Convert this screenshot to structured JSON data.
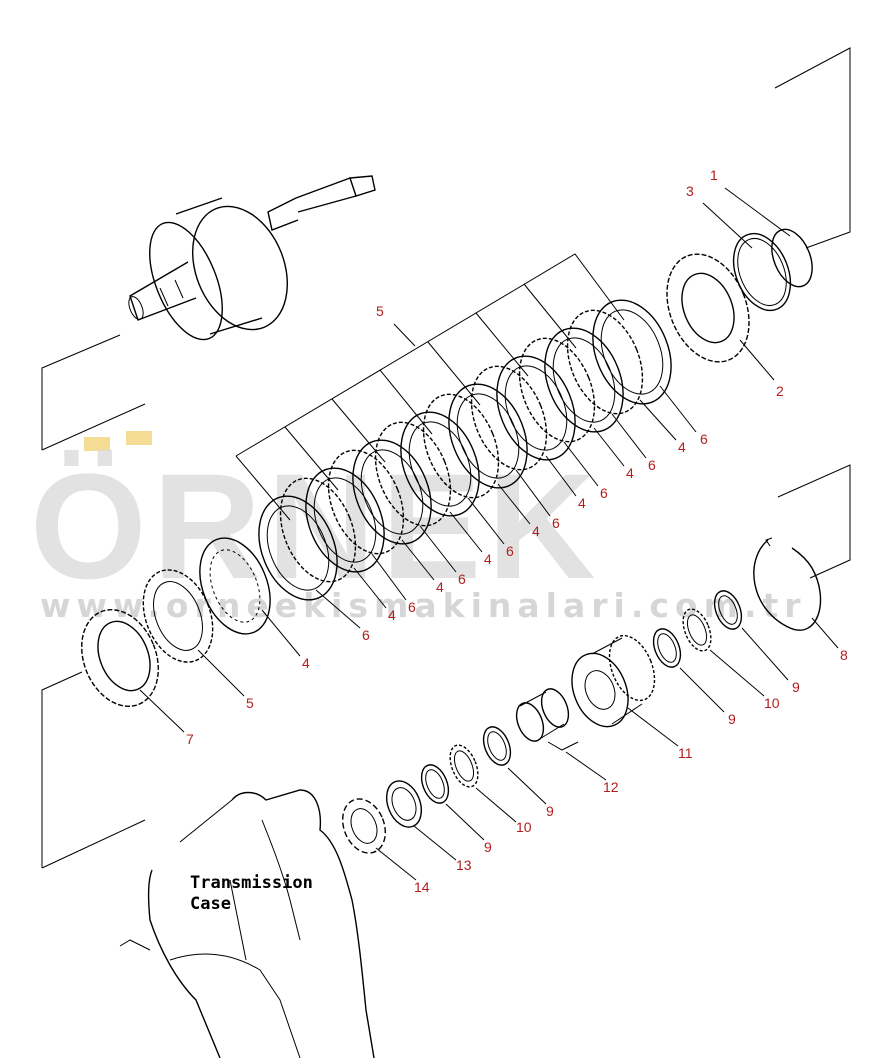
{
  "diagram": {
    "case_label_line1": "Transmission",
    "case_label_line2": "Case",
    "callouts": {
      "c1": "1",
      "c2": "2",
      "c3": "3",
      "c4a": "4",
      "c4b": "4",
      "c4c": "4",
      "c4d": "4",
      "c4e": "4",
      "c4f": "4",
      "c4g": "4",
      "c5a": "5",
      "c5b": "5",
      "c6a": "6",
      "c6b": "6",
      "c6c": "6",
      "c6d": "6",
      "c6e": "6",
      "c6f": "6",
      "c6g": "6",
      "c7": "7",
      "c8": "8",
      "c9a": "9",
      "c9b": "9",
      "c9c": "9",
      "c9d": "9",
      "c10a": "10",
      "c10b": "10",
      "c11": "11",
      "c12": "12",
      "c13": "13",
      "c14": "14"
    }
  },
  "watermark": {
    "brand": "ÖRNEK",
    "url": "www.orneekismakinalari.com.tr"
  },
  "colors": {
    "callout": "#b21e1e",
    "line": "#000000",
    "watermark": "#d9d9d9"
  }
}
